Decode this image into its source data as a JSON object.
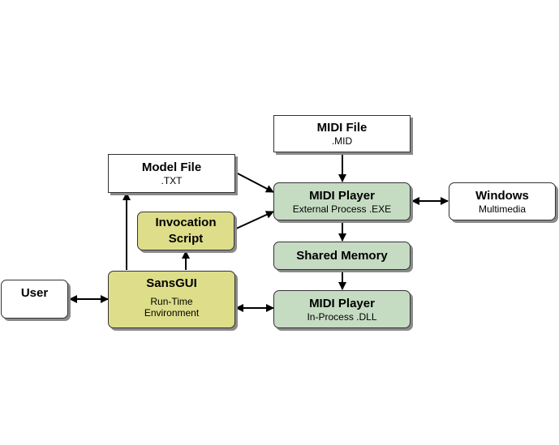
{
  "diagram": {
    "nodes": {
      "midi_file": {
        "title": ".MID",
        "label": "MIDI File",
        "subtitle": ".MID"
      },
      "model_file": {
        "label": "Model File",
        "subtitle": ".TXT"
      },
      "midi_player_exe": {
        "label": "MIDI Player",
        "subtitle": "External Process .EXE"
      },
      "windows": {
        "label": "Windows",
        "subtitle": "Multimedia"
      },
      "invocation_script": {
        "label_line1": "Invocation",
        "label_line2": "Script"
      },
      "shared_memory": {
        "label": "Shared Memory"
      },
      "user": {
        "label": "User"
      },
      "sansgui": {
        "label": "SansGUI",
        "subtitle_line1": "Run-Time",
        "subtitle_line2": "Environment"
      },
      "midi_player_dll": {
        "label": "MIDI Player",
        "subtitle": "In-Process .DLL"
      }
    },
    "edges": [
      {
        "from": "MIDI File",
        "to": "MIDI Player (EXE)",
        "type": "arrow"
      },
      {
        "from": "Model File",
        "to": "MIDI Player (EXE)",
        "type": "arrow"
      },
      {
        "from": "Invocation Script",
        "to": "MIDI Player (EXE)",
        "type": "arrow"
      },
      {
        "from": "MIDI Player (EXE)",
        "to": "Windows",
        "type": "bidirectional"
      },
      {
        "from": "MIDI Player (EXE)",
        "to": "Shared Memory",
        "type": "arrow"
      },
      {
        "from": "Shared Memory",
        "to": "MIDI Player (DLL)",
        "type": "arrow"
      },
      {
        "from": "SansGUI",
        "to": "Model File",
        "type": "arrow"
      },
      {
        "from": "SansGUI",
        "to": "Invocation Script",
        "type": "arrow"
      },
      {
        "from": "User",
        "to": "SansGUI",
        "type": "bidirectional"
      },
      {
        "from": "SansGUI",
        "to": "MIDI Player (DLL)",
        "type": "bidirectional"
      }
    ],
    "colors": {
      "white_box": "#ffffff",
      "green_box": "#c5dcc3",
      "yellow_box": "#dede8a",
      "shadow": "#8a8a8a"
    }
  }
}
